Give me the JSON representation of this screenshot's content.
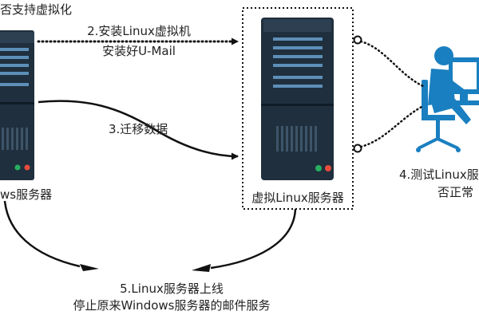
{
  "labels": {
    "step1_top": "否支持虚拟化",
    "windows_server": "ws服务器",
    "step2_line1": "2.安装Linux虚拟机",
    "step2_line2": "安装好U-Mail",
    "step3": "3.迁移数据",
    "virtual_linux_server": "虚拟Linux服务器",
    "step4_line1": "4.测试Linux服",
    "step4_line2": "否正常",
    "step5_line1": "5.Linux服务器上线",
    "step5_line2": "停止原来Windows服务器的邮件服务"
  },
  "colors": {
    "server_body": "#1f2f3d",
    "server_panel": "#34495e",
    "server_stripe": "#5d8fb8",
    "led_green": "#27ae60",
    "led_red": "#e74c3c",
    "person": "#1a7fc0",
    "line": "#111111"
  },
  "icons": {
    "server_left": "server-tower-icon",
    "server_center": "server-tower-icon",
    "person": "computer-user-icon"
  }
}
